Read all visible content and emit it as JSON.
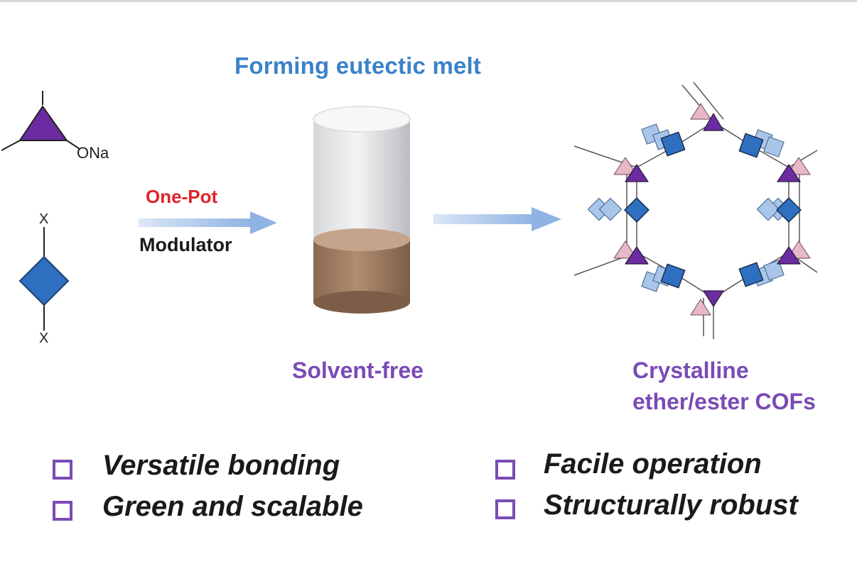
{
  "labels": {
    "forming_melt": "Forming eutectic melt",
    "one_pot": "One-Pot",
    "modulator": "Modulator",
    "solvent_free": "Solvent-free",
    "crystalline": "Crystalline",
    "ether_ester_cofs": "ether/ester COFs",
    "ona": "ONa",
    "x_top": "X",
    "x_bottom": "X"
  },
  "features": [
    {
      "label": "Versatile bonding"
    },
    {
      "label": "Green and scalable"
    },
    {
      "label": "Facile operation"
    },
    {
      "label": "Structurally robust"
    }
  ],
  "colors": {
    "title_blue": "#3b82c9",
    "accent_red": "#e0242a",
    "accent_purple": "#7a4bb5",
    "triangle_purple": "#6a2ca0",
    "diamond_blue": "#2f6fbf",
    "melt_brown": "#9b7356"
  }
}
